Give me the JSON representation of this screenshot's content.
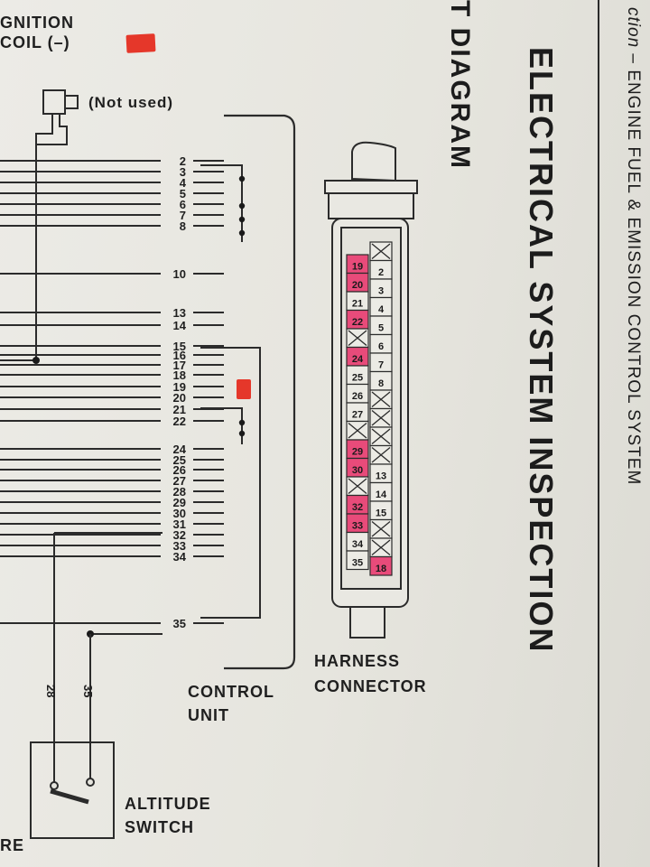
{
  "header": {
    "section_prefix": "ction",
    "section_title": "ENGINE FUEL & EMISSION CONTROL SYSTEM",
    "main_title": "ELECTRICAL SYSTEM INSPECTION",
    "diagram_title": "T DIAGRAM"
  },
  "labels": {
    "ignition_line1": "GNITION",
    "ignition_line2": "COIL (–)",
    "not_used": "(Not used)",
    "control_unit_line1": "CONTROL",
    "control_unit_line2": "UNIT",
    "harness_line1": "HARNESS",
    "harness_line2": "CONNECTOR",
    "altitude_line1": "ALTITUDE",
    "altitude_line2": "SWITCH",
    "corner_text": "RE"
  },
  "control_unit_pins": [
    "2",
    "3",
    "4",
    "5",
    "6",
    "7",
    "8",
    "10",
    "13",
    "14",
    "15",
    "16",
    "17",
    "18",
    "19",
    "20",
    "21",
    "22",
    "24",
    "25",
    "26",
    "27",
    "28",
    "29",
    "30",
    "31",
    "32",
    "33",
    "34",
    "35"
  ],
  "switch_wires": [
    "28",
    "35"
  ],
  "connector": {
    "left_column": [
      {
        "label": "19",
        "mark": "highlight"
      },
      {
        "label": "20",
        "mark": "highlight"
      },
      {
        "label": "21",
        "mark": "none"
      },
      {
        "label": "22",
        "mark": "highlight"
      },
      {
        "label": "",
        "mark": "cross"
      },
      {
        "label": "24",
        "mark": "highlight"
      },
      {
        "label": "25",
        "mark": "none"
      },
      {
        "label": "26",
        "mark": "none"
      },
      {
        "label": "27",
        "mark": "none"
      },
      {
        "label": "",
        "mark": "cross"
      },
      {
        "label": "29",
        "mark": "highlight"
      },
      {
        "label": "30",
        "mark": "highlight"
      },
      {
        "label": "",
        "mark": "cross"
      },
      {
        "label": "32",
        "mark": "highlight"
      },
      {
        "label": "33",
        "mark": "highlight"
      },
      {
        "label": "34",
        "mark": "none"
      },
      {
        "label": "35",
        "mark": "none"
      }
    ],
    "right_column": [
      {
        "label": "",
        "mark": "cross"
      },
      {
        "label": "2",
        "mark": "none"
      },
      {
        "label": "3",
        "mark": "none"
      },
      {
        "label": "4",
        "mark": "none"
      },
      {
        "label": "5",
        "mark": "none"
      },
      {
        "label": "6",
        "mark": "none"
      },
      {
        "label": "7",
        "mark": "none"
      },
      {
        "label": "8",
        "mark": "none"
      },
      {
        "label": "",
        "mark": "cross"
      },
      {
        "label": "",
        "mark": "cross"
      },
      {
        "label": "",
        "mark": "cross"
      },
      {
        "label": "",
        "mark": "cross"
      },
      {
        "label": "13",
        "mark": "none"
      },
      {
        "label": "14",
        "mark": "none"
      },
      {
        "label": "15",
        "mark": "none"
      },
      {
        "label": "",
        "mark": "cross"
      },
      {
        "label": "",
        "mark": "cross"
      },
      {
        "label": "18",
        "mark": "highlight"
      }
    ]
  },
  "colors": {
    "ink": "#1f1f1f",
    "highlight": "#e84b7a",
    "marker_red": "#e5372a"
  }
}
